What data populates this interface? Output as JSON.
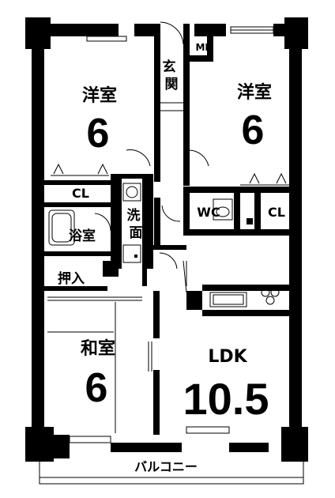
{
  "rooms": {
    "western_left": {
      "name": "洋室",
      "size": "6"
    },
    "western_right": {
      "name": "洋室",
      "size": "6"
    },
    "japanese": {
      "name": "和室",
      "size": "6"
    },
    "ldk": {
      "name": "LDK",
      "size": "10.5"
    },
    "entrance": "玄関",
    "meter_box": "MB",
    "closet_left": "CL",
    "closet_right": "CL",
    "toilet": "WC",
    "bath": "浴室",
    "washroom": "洗面",
    "storage": "押入",
    "balcony": "バルコニー"
  },
  "colors": {
    "wall": "#000000",
    "background": "#ffffff"
  }
}
